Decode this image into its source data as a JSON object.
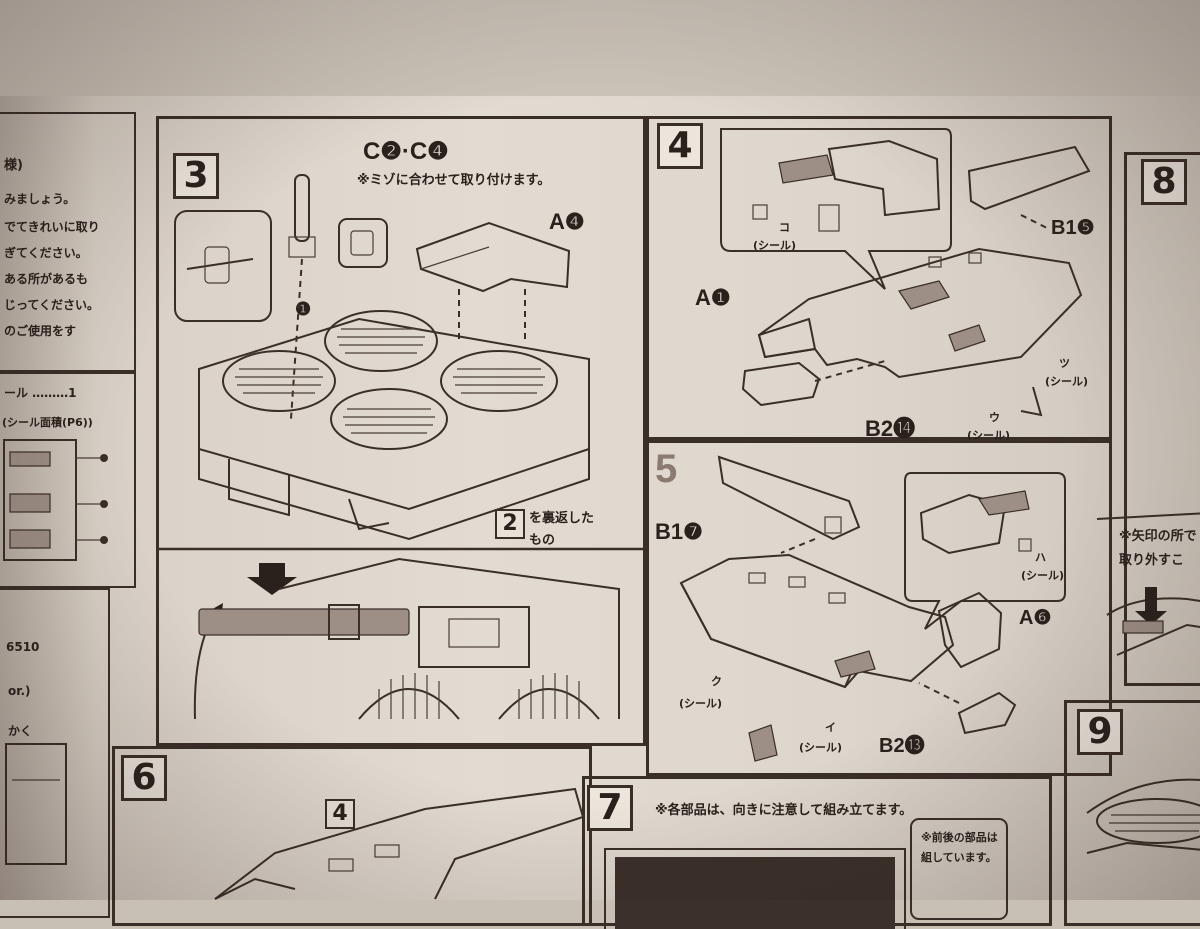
{
  "left_page": {
    "fragments": [
      "様)",
      "みましょう。",
      "でてきれいに取り",
      "ぎてください。",
      "ある所があるも",
      "じってください。",
      "のご使用をす"
    ],
    "seal_label": "ール ………1",
    "seal_sub": "(シール面積(P6))",
    "code": "6510",
    "frag_or": "or.)",
    "frag_kaku": "かく"
  },
  "step3": {
    "number": "3",
    "part_c": "C❷·C❹",
    "note": "※ミゾに合わせて取り付けます。",
    "part_a": "A❹",
    "marker": "❶",
    "ref_box": "2",
    "ref_text": "を裏返した",
    "ref_text2": "もの"
  },
  "step4": {
    "number": "4",
    "seal_ko": "コ",
    "seal_word": "(シール)",
    "part_a": "A❶",
    "part_b1": "B1❺",
    "part_b2": "B2⓮",
    "seal_tsu": "ツ",
    "seal_u": "ウ",
    "seal_word2": "(シール)",
    "seal_word3": "(シール)"
  },
  "step5": {
    "number": "5",
    "part_b1": "B1❼",
    "part_a": "A❻",
    "part_b2": "B2⓭",
    "seal_ku": "ク",
    "seal_i": "イ",
    "seal_word": "(シール)",
    "seal_word2": "(シール)",
    "seal_ha": "ハ",
    "seal_word3": "(シール)"
  },
  "step6": {
    "number": "6",
    "ref_box": "4"
  },
  "step7": {
    "number": "7",
    "note": "※各部品は、向きに注意して組み立てます。",
    "sub_note": "※前後の部品は",
    "sub_note2": "組しています。"
  },
  "step8": {
    "number": "8",
    "note": "※矢印の所で",
    "note2": "取り外すこ"
  },
  "step9": {
    "number": "9"
  }
}
